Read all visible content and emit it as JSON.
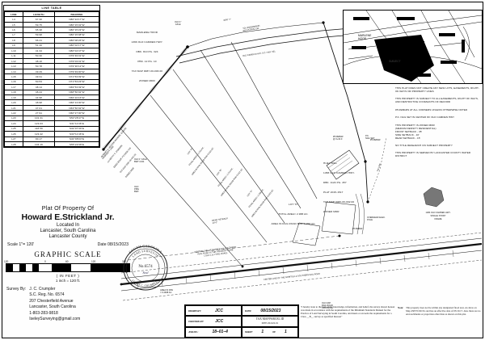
{
  "line_table": {
    "caption": "LINE TABLE",
    "columns": [
      "LINE",
      "LENGTH",
      "BEARING"
    ],
    "rows": [
      [
        "L4",
        "67.30",
        "N80°24'17\"W"
      ],
      [
        "L5",
        "59.75",
        "N80°15'32\"W"
      ],
      [
        "L6",
        "65.38",
        "N80°15'23\"W"
      ],
      [
        "L7",
        "59.98",
        "N80°15'08\"W"
      ],
      [
        "L8",
        "66.41",
        "N80°08'26\"W"
      ],
      [
        "L9",
        "51.40",
        "N80°02'17\"W"
      ],
      [
        "L10",
        "41.34",
        "N80°04'47\"W"
      ],
      [
        "L11",
        "50.30",
        "N79°49'31\"W"
      ],
      [
        "L12",
        "48.10",
        "N79°03'31\"W"
      ],
      [
        "L13",
        "50.78",
        "N79°36'12\"W"
      ],
      [
        "L14",
        "49.29",
        "N79°49'30\"W"
      ],
      [
        "L15",
        "49.31",
        "N71°53'39\"W"
      ],
      [
        "L16",
        "50.53",
        "N71°53'23\"W"
      ],
      [
        "L17",
        "48.14",
        "N69°53'49\"W"
      ],
      [
        "L18",
        "48.44",
        "N68°50'02\"W"
      ],
      [
        "L19",
        "44.98",
        "N66°10'16\"W"
      ],
      [
        "L20",
        "48.98",
        "N66°13'30\"W"
      ],
      [
        "L21",
        "47.01",
        "N63°50'02\"W"
      ],
      [
        "L22",
        "27.91",
        "N60°27'30\"W"
      ],
      [
        "L23",
        "101.31",
        "S50°28'47\"E"
      ],
      [
        "L24",
        "123.03",
        "S31°11'36\"E"
      ],
      [
        "L25",
        "118.59",
        "S32°07'39\"E"
      ],
      [
        "L26",
        "123.42",
        "S33°11'46\"E"
      ],
      [
        "L27",
        "90.17",
        "S34°08'03\"E"
      ],
      [
        "L28",
        "104.16",
        "S55°22'38\"E"
      ]
    ]
  },
  "title_block": {
    "line1": "Plat Of Property Of",
    "owner": "Howard E.Strickland Jr.",
    "located_in": "Located In",
    "city_state": "Lancaster, South Carolina",
    "county": "Lancaster County",
    "scale_label": "Scale  1\"= 120'",
    "date_label": "Date 08/15/2023",
    "graphic_scale": "GRAPHIC SCALE",
    "scale_ticks": [
      "120",
      "0",
      "60",
      "120",
      "240"
    ],
    "in_feet": "( IN FEET )",
    "inch_equals": "1 inch =  120  ft."
  },
  "surveyor": {
    "prefix": "Survey By:",
    "name": "J. C. Crumpler",
    "registration": "S.C. Reg. No. 6574",
    "address": "207 Chesterfield Avenue",
    "city_state": "Lancaster, South Carolina",
    "phone": "1-803-283-9818",
    "email": "IseleySurveying@gmail.com"
  },
  "seal": {
    "top_arc": "SOUTH CAROLINA",
    "mid_arc": "LAND SURVEYOR",
    "bottom_arc": "JAMES C. CRUMPLER",
    "number": "No.6574",
    "signature": "Seal"
  },
  "adjoiners": {
    "marlene_hood": {
      "name": "MARLENE HOOD",
      "address": "1396 OLD CAMDEN HWY.",
      "deed": "DBK. 810 PG. 324",
      "plat": "PBK. 12 PG. 10",
      "tax_map": "TAX MAP 0087-00-003.00",
      "zoning": "ZONED MDR"
    },
    "waters_estate": {
      "name": "ROBERT A. HESTER WATERS  ESTATE",
      "line2": "c/o BETTY C. DOBSON",
      "deed": "DEED BOOK P3 PAGE 149",
      "tax_map": "TAX MAP 0087-00-001.00",
      "zoning": "ZONED MDR"
    },
    "huey_mill": {
      "name": "HUEY MILL",
      "address": "1458 OLD CAMDEN HWY.",
      "deed": "DBK. 1124 PG. 457",
      "plat": "PLAT 2015-1517",
      "tax_map": "TAX MAP 0087-00-002.00",
      "zoning": "ZONED MDR"
    }
  },
  "lots": [
    {
      "name": "LOT \"A\"",
      "total_area": "TOTAL AREA= 1.215 AC.",
      "rr_area": "AREA IN RAIL ROAD R/W=0.510 AC."
    },
    {
      "name": "LOT \"B\"",
      "total_area": "TOTAL AREA= 1.216 AC.",
      "rr_area": "AREA IN RAIL ROAD R/W=0.512 AC."
    },
    {
      "name": "LOT \"C\"",
      "total_area": "TOTAL AREA= 1.288 AC.",
      "rr_area": "AREA IN RAIL ROAD R/W=0.525 AC."
    },
    {
      "name": "LOT \"D\"",
      "total_area": "TOTAL AREA= 2.988 AC.",
      "rr_area": "AREA IN RAIL ROAD R/W=0.994 AC."
    }
  ],
  "map_annotations": {
    "old_axle_top": "OLD 1\"\nAXLE",
    "old_axle_bwt": "OLD 1\" AXLE\nBWT COR.",
    "old_pipe": "OLD\nPIPE\nBWT.",
    "rebar_right": "#5 REBAR",
    "rebar_set": "#5 REBAR\n@ 0+34.0",
    "rebar_nail": "P.K.\nNAIL SET",
    "rear_setback": "REAR SETBACK\n10'-0\"",
    "property_line_note": "PROPERTY LINE",
    "centerline_note": "CENTER LINE OF NORFOLK & SOUTHERN\nRAIL ROAD IS THE PROPERTY LINE\n( OLD L & c RAIL ROAD)",
    "centerline_note2": "CENTER LINE OF THE NORFOLK & SOUTHERN RAIL ROAD",
    "area_in_rw": "AREA IN R/W\n= 0.4938 AC.",
    "old_asp": "OLD ASP.\nRAIL ROAD\nCROSSING",
    "overhead_elec": "OVERHEAD ELEC.\nPOLE",
    "to_lindermann": "TO LINDERMANN\nINDUSTRIAL DR.",
    "dist_3300": "3300' +/-",
    "house_note": "1484 OLD CAMDEN HWY.\nSINGLE STORY\nFRAME",
    "road_label": "OLD CAMDEN HWY. S.C. HWY. 521",
    "tie_line": "TIE LINE"
  },
  "notes": [
    "THIS PLAT DOES NOT CREATE ANY NEW LOTS, EASEMENTS, RIGHT-OF-WAYS OR PROPERTY LINES",
    "THIS PROPERTY IS SUBJECT TO ALL EASEMENTS, RIGHT OF WAYS, AND RESTRICTIVE COVENANTS OF RECORD",
    "#5 REBARS AT ALL CORNERS UNLESS OTHERWISE NOTED",
    "P.K. NAIL SET IN CENTER OF OLD CAMDEN HWY",
    "NO TITLE RESEARCH ON SUBJECT PROPERTY",
    "THIS PROPERTY IS SERVED BY LANCASTER COUNTY WATER DISTRICT"
  ],
  "zoning_note": {
    "heading": "THIS PROPERTY IS ZONED MDR",
    "sub": "(MEDIUM DENSITY RESIDENTIAL)",
    "front": "FRONT SETBACK    -  35'",
    "side": "SIDE SETBACK       -  10'",
    "rear": "REAR SETBACK      -  15'"
  },
  "title_bar": {
    "drawn_by_label": "DRAWN BY:",
    "drawn_by": "JCC",
    "checked_by_label": "CHECKED BY:",
    "checked_by": "JCC",
    "job_no_label": "JOB NO.:",
    "job_no": "18–01–4",
    "date_label": "DATE:",
    "date": "08/15/2023",
    "parcel_title": "TAX MAP PARCEL ID",
    "parcel_id": "0087-00-022.01",
    "sheet_label": "SHEET",
    "sheet_of": "OF",
    "sheet_num": "1",
    "sheet_total": "1"
  },
  "certification": "\"I hereby state to the best of my knowledge, information, and belief, the survey shown hereon was made in accordance with the requirements of the Minimum Standards Manual for the Practice of Land Surveying in South Carolina, and meets or exceeds the requirements for a Class __B__ survey as specified thereon\"",
  "flood_note": {
    "label": "Note:",
    "text": "This property does not lie within any designated flood area. As show on Map 45057C0215G and has an effective date of 05/16/17. Also there are no encroachments or projection other than as shown on this plat."
  },
  "inset_map": {
    "label_hood": "MARLENE\nHOOD",
    "label_subject": "SUBJECT PROPERTY"
  }
}
